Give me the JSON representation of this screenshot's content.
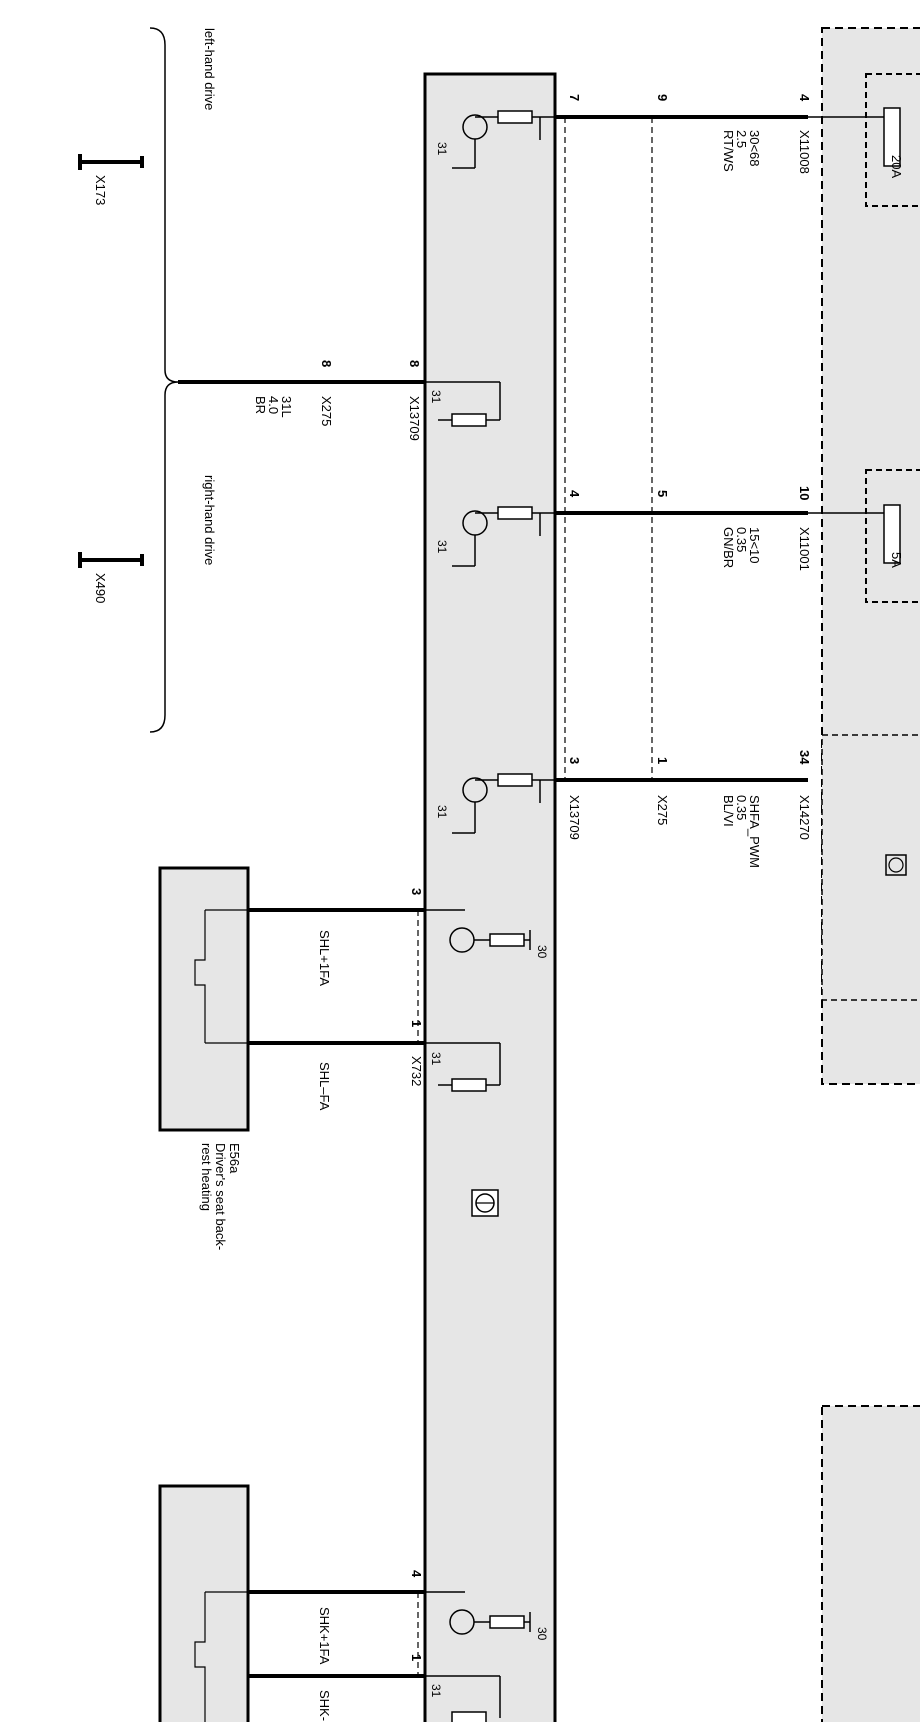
{
  "brackets": {
    "left_hand_drive": "left-hand drive",
    "right_hand_drive": "right-hand drive",
    "ground_lhd": "X173",
    "ground_rhd": "X490"
  },
  "ground_wire": {
    "pin_module": "8",
    "connector_module": "X13709",
    "pin_harness": "8",
    "connector_harness": "X275",
    "signal": "31L",
    "gauge": "4.0",
    "color": "BR"
  },
  "wires": [
    {
      "pin_module": "7",
      "pin_mid": "9",
      "pin_top": "4",
      "connector_top": "X11008",
      "signal": "30<68",
      "gauge": "2.5",
      "color": "RT/WS"
    },
    {
      "pin_module": "4",
      "pin_mid": "5",
      "pin_top": "10",
      "connector_top": "X11001",
      "signal": "15<10",
      "gauge": "0.35",
      "color": "GN/BR"
    },
    {
      "pin_module": "3",
      "pin_mid": "1",
      "pin_top": "34",
      "connector_top": "X14270",
      "connector_module": "X13709",
      "connector_mid": "X275",
      "signal": "SHFA_PWM",
      "gauge": "0.35",
      "color": "BL/VI"
    }
  ],
  "fuses": [
    {
      "rating": "20A"
    },
    {
      "rating": "5A"
    }
  ],
  "module_internal": {
    "ground_31": "31",
    "supply_30": "30"
  },
  "heater_e56a": {
    "pin_a": "3",
    "pin_b": "1",
    "connector": "X732",
    "wire_a": "SHL+1FA",
    "wire_b": "SHL–FA",
    "id": "E56a",
    "line1": "Driver's seat back-",
    "line2": "rest heating"
  },
  "heater_lower": {
    "pin_a": "4",
    "pin_b": "1",
    "wire_a": "SHK+1FA",
    "wire_b": "SHK-"
  }
}
